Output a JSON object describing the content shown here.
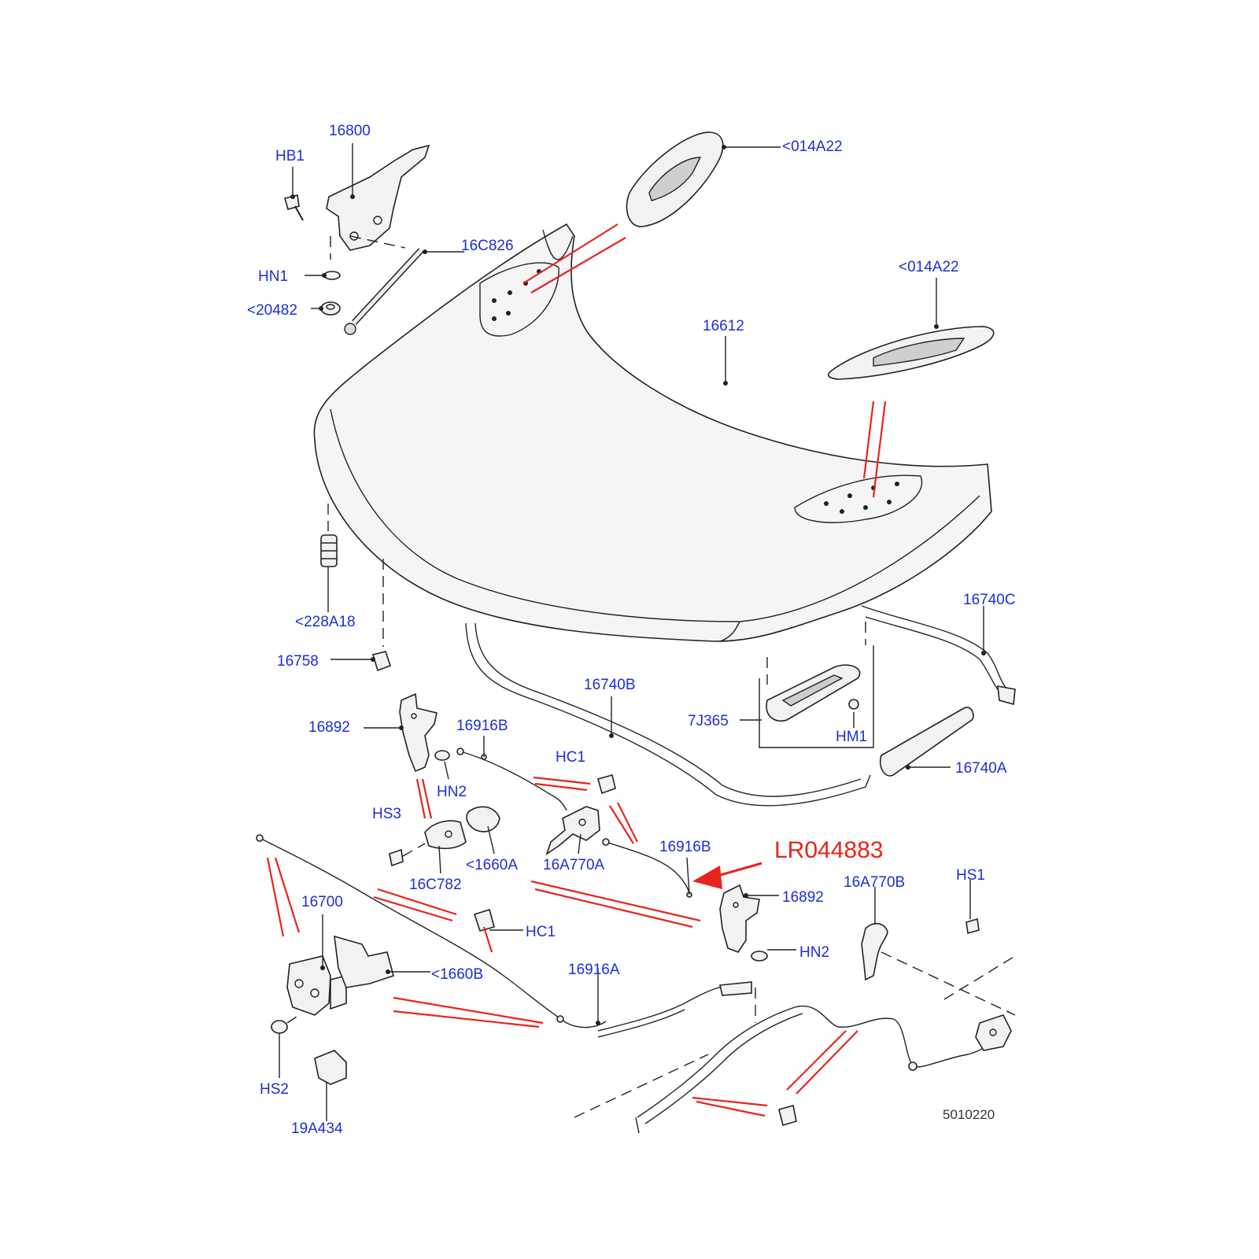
{
  "diagram": {
    "part_labels": {
      "16800": "16800",
      "hb1": "HB1",
      "16c826": "16C826",
      "014a22_top": "<014A22",
      "hn1": "HN1",
      "20482": "<20482",
      "014a22_right": "<014A22",
      "16612": "16612",
      "228a18": "<228A18",
      "16758": "16758",
      "16740c": "16740C",
      "16740b": "16740B",
      "7j365": "7J365",
      "hm1": "HM1",
      "16892_left": "16892",
      "16916b_top": "16916B",
      "hc1_top": "HC1",
      "16740a": "16740A",
      "hn2_left": "HN2",
      "hs3": "HS3",
      "16a770a": "16A770A",
      "1660a": "<1660A",
      "16c782": "16C782",
      "16916b_mid": "16916B",
      "lr044883": "LR044883",
      "16892_right": "16892",
      "16700": "16700",
      "hc1_mid": "HC1",
      "hn2_right": "HN2",
      "16a770b": "16A770B",
      "hs1": "HS1",
      "1660b": "<1660B",
      "16916a": "16916A",
      "hs2": "HS2",
      "19a434": "19A434",
      "ref_number": "5010220"
    },
    "colors": {
      "label": "#1a2fd6",
      "highlight": "#e8241c",
      "line": "#222222"
    }
  }
}
